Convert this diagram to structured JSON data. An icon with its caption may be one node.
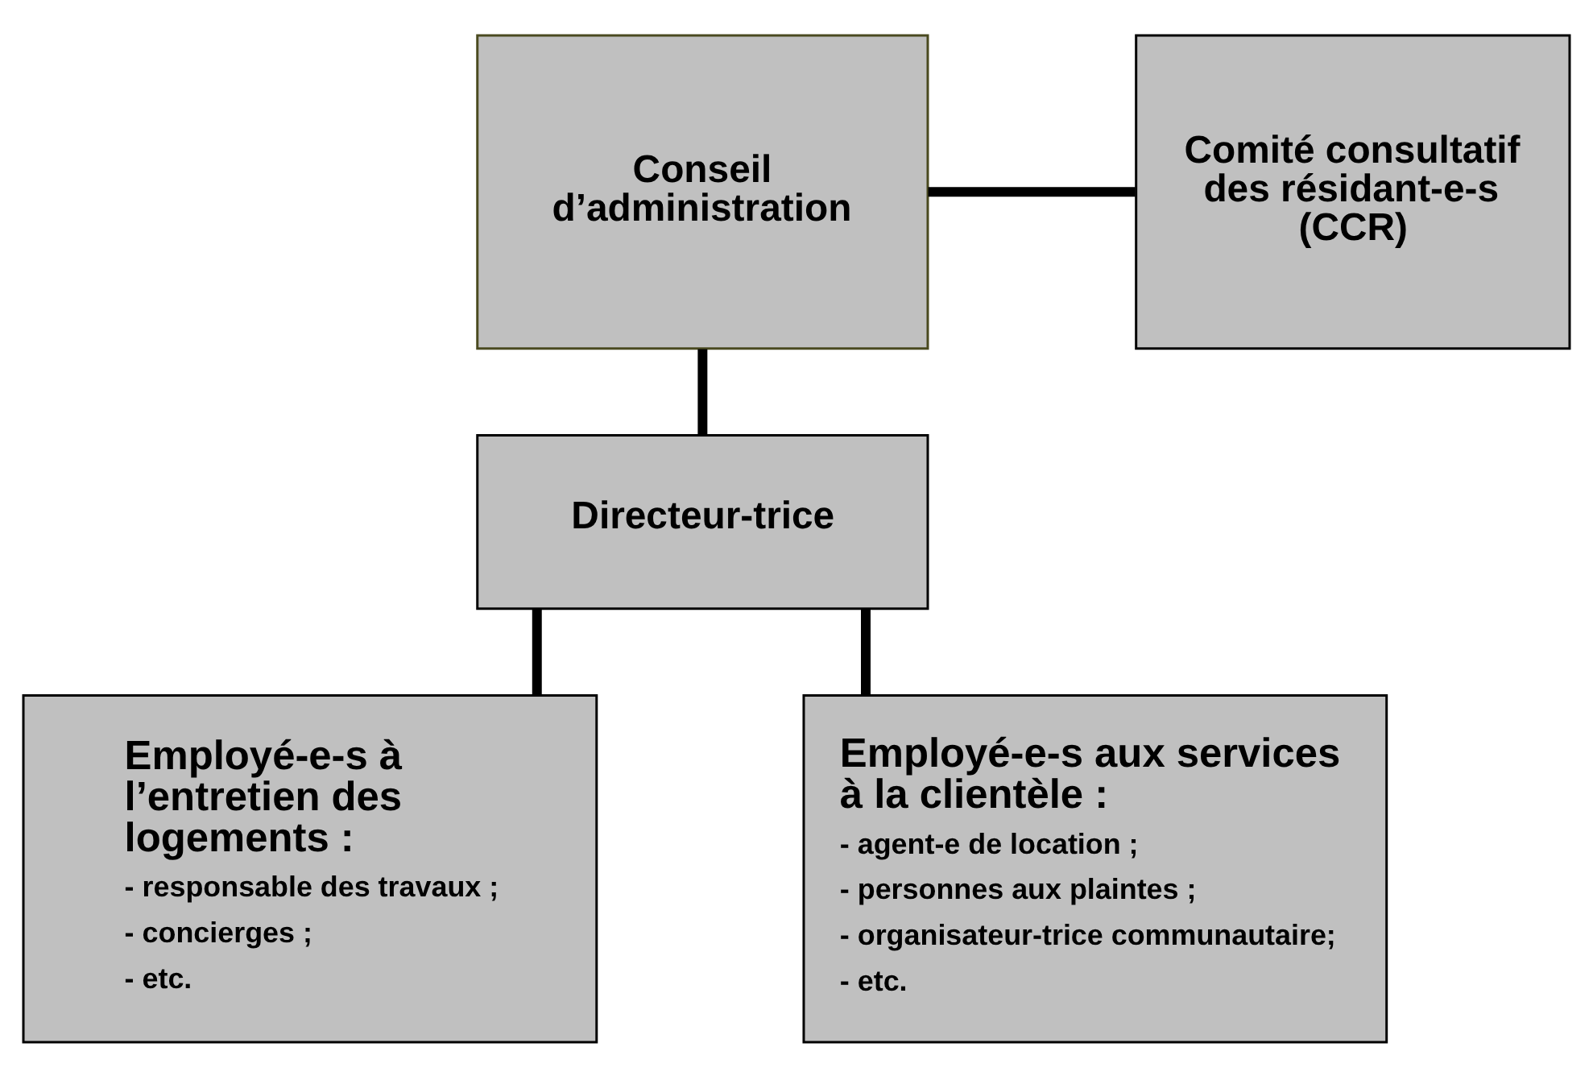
{
  "diagram": {
    "nodes": [
      {
        "text": [
          "Conseil d’administration"
        ]
      },
      {
        "text": [
          "Comité consultatif des résidant-e-s (CCR)"
        ]
      },
      {
        "text": [
          "Directeur-trice"
        ]
      },
      {
        "text": [
          "Employé-e-s à l’entretien des logements :",
          "- responsable des travaux ;",
          "- concierges ;",
          "- etc."
        ]
      },
      {
        "text": [
          "Employé-e-s aux services à la clientèle :",
          "- agent-e de location ;",
          "- personnes aux plaintes ;",
          "- organisateur-trice communautaire;",
          "- etc."
        ]
      }
    ],
    "edges": [
      {
        "from": 0,
        "to": 1,
        "arrow": "none"
      },
      {
        "from": 0,
        "to": 2,
        "arrow": "none"
      },
      {
        "from": 2,
        "to": 3,
        "arrow": "none"
      },
      {
        "from": 2,
        "to": 4,
        "arrow": "none"
      }
    ]
  }
}
